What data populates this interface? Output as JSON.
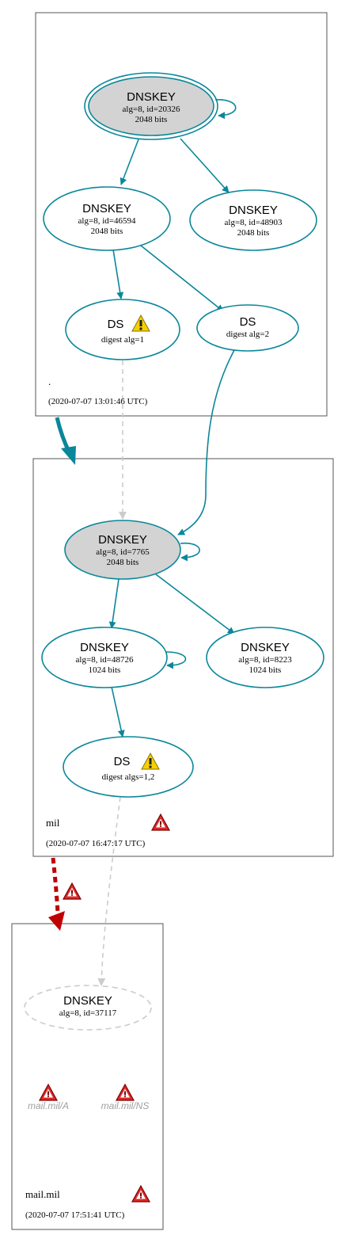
{
  "colors": {
    "teal": "#0a879a",
    "gray_fill": "#d3d3d3",
    "dashed_gray": "#cccccc",
    "red": "#c00000",
    "warn_yellow": "#f4d000",
    "zone_border": "#555555",
    "text": "#000000",
    "faded_text": "#a0a0a0"
  },
  "zones": {
    "root": {
      "name": ".",
      "timestamp": "(2020-07-07 13:01:46 UTC)",
      "nodes": {
        "ksk": {
          "title": "DNSKEY",
          "line1": "alg=8, id=20326",
          "line2": "2048 bits"
        },
        "zsk1": {
          "title": "DNSKEY",
          "line1": "alg=8, id=46594",
          "line2": "2048 bits"
        },
        "zsk2": {
          "title": "DNSKEY",
          "line1": "alg=8, id=48903",
          "line2": "2048 bits"
        },
        "ds1": {
          "title": "DS",
          "line1": "digest alg=1",
          "icon": "warning-icon"
        },
        "ds2": {
          "title": "DS",
          "line1": "digest alg=2"
        }
      }
    },
    "mil": {
      "name": "mil",
      "timestamp": "(2020-07-07 16:47:17 UTC)",
      "zone_icon": "error-icon",
      "nodes": {
        "ksk": {
          "title": "DNSKEY",
          "line1": "alg=8, id=7765",
          "line2": "2048 bits"
        },
        "zsk1": {
          "title": "DNSKEY",
          "line1": "alg=8, id=48726",
          "line2": "1024 bits"
        },
        "zsk2": {
          "title": "DNSKEY",
          "line1": "alg=8, id=8223",
          "line2": "1024 bits"
        },
        "ds": {
          "title": "DS",
          "line1": "digest algs=1,2",
          "icon": "warning-icon"
        }
      }
    },
    "mailmil": {
      "name": "mail.mil",
      "timestamp": "(2020-07-07 17:51:41 UTC)",
      "zone_icon": "error-icon",
      "nodes": {
        "key": {
          "title": "DNSKEY",
          "line1": "alg=8, id=37117"
        },
        "rr_a": {
          "label": "mail.mil/A",
          "icon": "error-icon"
        },
        "rr_ns": {
          "label": "mail.mil/NS",
          "icon": "error-icon"
        }
      }
    }
  },
  "delegation_icons": {
    "mil_to_mailmil": "error-icon"
  }
}
